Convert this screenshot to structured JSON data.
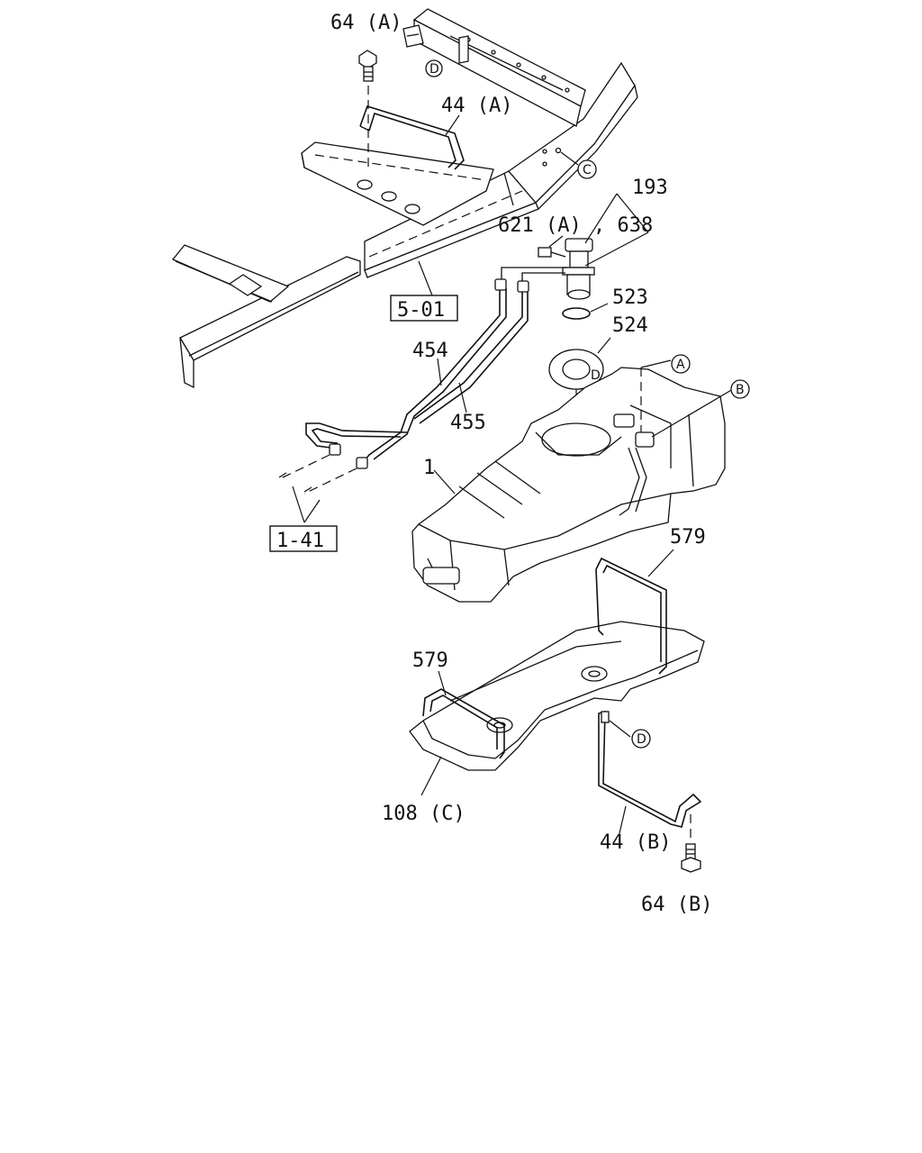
{
  "labels": {
    "bolt_a": "64 (A)",
    "strap_a": "44 (A)",
    "pump_group": "193",
    "pump_parts": "621 (A) , 638",
    "oring": "523",
    "ring": "524",
    "pipe_454": "454",
    "pipe_455": "455",
    "tank": "1",
    "strap_579_right": "579",
    "strap_579_left": "579",
    "protector": "108 (C)",
    "strap_b": "44 (B)",
    "bolt_b": "64 (B)",
    "ref_frame": "5-01",
    "ref_pipes": "1-41"
  },
  "callouts": {
    "A": "A",
    "B": "B",
    "C": "C",
    "D_top": "D",
    "D_bottom": "D",
    "D_ring": "D"
  }
}
